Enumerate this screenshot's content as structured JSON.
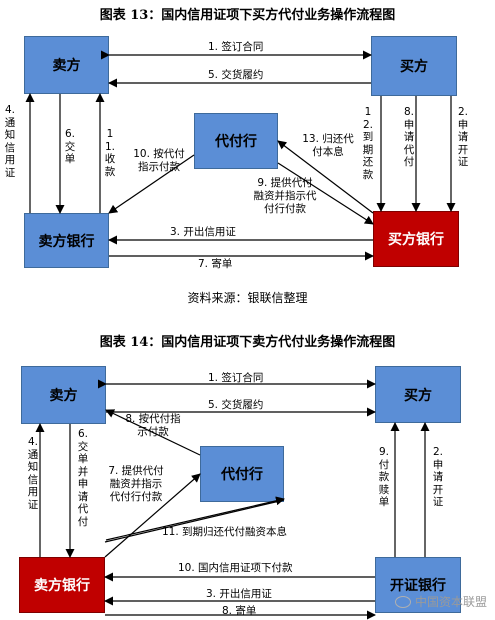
{
  "figure13": {
    "title": "图表 13：国内信用证项下买方代付业务操作流程图",
    "source": "资料来源：银联信整理",
    "nodes": {
      "seller": "卖方",
      "buyer": "买方",
      "payer": "代付行",
      "seller_bank": "卖方银行",
      "buyer_bank": "买方银行"
    },
    "steps": {
      "s1": "1. 签订合同",
      "s2": "2. 申请开证",
      "s3": "3. 开出信用证",
      "s4": "4. 通知信用证",
      "s5": "5. 交货履约",
      "s6": "6. 交单",
      "s7": "7. 寄单",
      "s8": "8. 申请代付",
      "s9": "9. 提供代付融资并指示代付行付款",
      "s10": "10. 按代付指示付款",
      "s11": "11. 收款",
      "s12": "12. 到期还款",
      "s13": "13. 归还代付本息"
    }
  },
  "figure14": {
    "title": "图表 14：国内信用证项下卖方代付业务操作流程图",
    "nodes": {
      "seller": "卖方",
      "buyer": "买方",
      "payer": "代付行",
      "seller_bank": "卖方银行",
      "issuing_bank": "开证银行"
    },
    "steps": {
      "s1": "1. 签订合同",
      "s2": "2. 申请开证",
      "s3": "3. 开出信用证",
      "s4": "4. 通知信用证",
      "s5": "5. 交货履约",
      "s6": "6. 交单并申请代付",
      "s7": "7. 提供代付融资并指示代付行付款",
      "s8": "8. 按代付指示付款",
      "s9": "9. 付款赎单",
      "s10": "10. 国内信用证项下付款",
      "s11": "11. 到期归还代付融资本息",
      "s8b": "8. 寄单"
    }
  },
  "watermark": "中国资本联盟",
  "colors": {
    "box_blue": "#5b8ed6",
    "box_red": "#c00000",
    "arrow": "#000000"
  }
}
